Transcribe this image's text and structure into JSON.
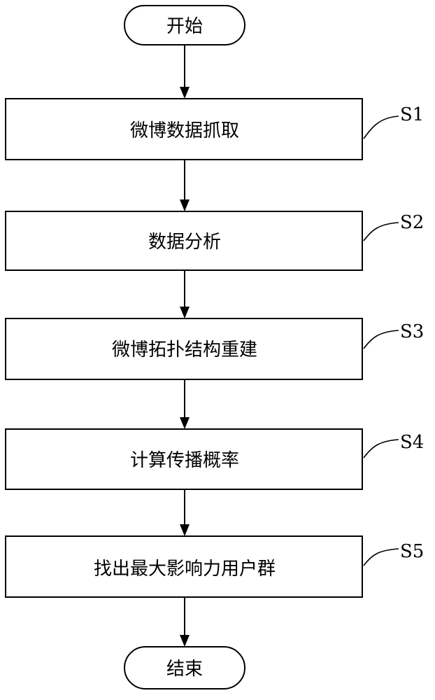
{
  "start": {
    "label": "开始"
  },
  "end": {
    "label": "结束"
  },
  "steps": [
    {
      "id": "S1",
      "label": "微博数据抓取"
    },
    {
      "id": "S2",
      "label": "数据分析"
    },
    {
      "id": "S3",
      "label": "微博拓扑结构重建"
    },
    {
      "id": "S4",
      "label": "计算传播概率"
    },
    {
      "id": "S5",
      "label": "找出最大影响力用户群"
    }
  ]
}
